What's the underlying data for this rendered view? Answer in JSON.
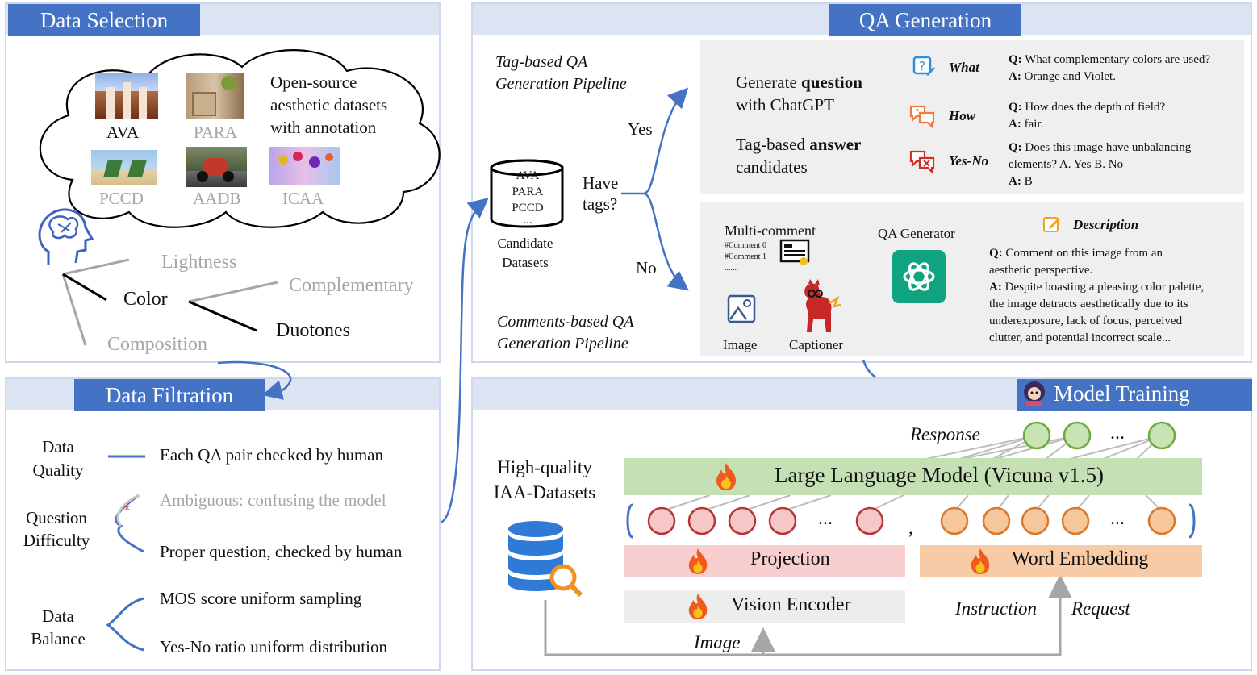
{
  "data_selection": {
    "title": "Data Selection",
    "cloud_text": [
      "Open-source",
      "aesthetic datasets",
      "with annotation"
    ],
    "datasets": [
      "AVA",
      "PARA",
      "PCCD",
      "AADB",
      "ICAA"
    ],
    "tree": {
      "lightness": "Lightness",
      "color": "Color",
      "complementary": "Complementary",
      "duotones": "Duotones",
      "composition": "Composition"
    }
  },
  "data_filtration": {
    "title": "Data Filtration",
    "quality": [
      "Data",
      "Quality"
    ],
    "quality_item": "Each QA pair checked by human",
    "difficulty": [
      "Question",
      "Difficulty"
    ],
    "ambiguous": "Ambiguous: confusing the model",
    "proper": "Proper question, checked by human",
    "balance": [
      "Data",
      "Balance"
    ],
    "mos": "MOS score uniform sampling",
    "yesno": "Yes-No ratio uniform distribution"
  },
  "qa_generation": {
    "title": "QA Generation",
    "tag_pipeline": [
      "Tag-based QA",
      "Generation Pipeline"
    ],
    "comment_pipeline": [
      "Comments-based QA",
      "Generation Pipeline"
    ],
    "db_items": [
      "AVA",
      "PARA",
      "PCCD",
      "..."
    ],
    "candidate": [
      "Candidate",
      "Datasets"
    ],
    "have_tags": [
      "Have",
      "tags?"
    ],
    "yes": "Yes",
    "no": "No",
    "gen_q_pre": "Generate ",
    "gen_q_bold": "question",
    "gen_q_post": "with ChatGPT",
    "tag_a_pre": "Tag-based ",
    "tag_a_bold": "answer",
    "tag_a_post": "candidates",
    "what": "What",
    "how": "How",
    "yesno": "Yes-No",
    "q1": "What complementary colors are used?",
    "a1": "Orange and Violet.",
    "q2": "How does the depth of field?",
    "a2": "fair.",
    "q3a": "Does this image have unbalancing",
    "q3b": "elements? A. Yes B. No",
    "a3": "B",
    "multi_comment": "Multi-comment",
    "comment0": "#Comment 0",
    "comment1": "#Comment 1",
    "dots": "......",
    "image": "Image",
    "captioner": "Captioner",
    "qa_generator": "QA Generator",
    "description": "Description",
    "dq": [
      "Comment on this image from an",
      "aesthetic perspective."
    ],
    "da": [
      "Despite boasting a pleasing color palette,",
      "the image detracts aesthetically due to its",
      "underexposure, lack of focus, perceived",
      "clutter, and potential incorrect scale..."
    ],
    "q_label": "Q:",
    "a_label": "A:"
  },
  "model_training": {
    "title": "Model Training",
    "hq": [
      "High-quality",
      "IAA-Datasets"
    ],
    "response": "Response",
    "llm": "Large Language Model (Vicuna v1.5)",
    "projection": "Projection",
    "word_embedding": "Word Embedding",
    "vision_encoder": "Vision Encoder",
    "instruction": "Instruction",
    "request": "Request",
    "image": "Image",
    "ellipsis": "...",
    "comma": ","
  },
  "colors": {
    "accent": "#4472c4",
    "band": "#dce3f3",
    "green": "#a9d18e",
    "red": "#f4b8b8",
    "orange": "#f7caa4"
  }
}
